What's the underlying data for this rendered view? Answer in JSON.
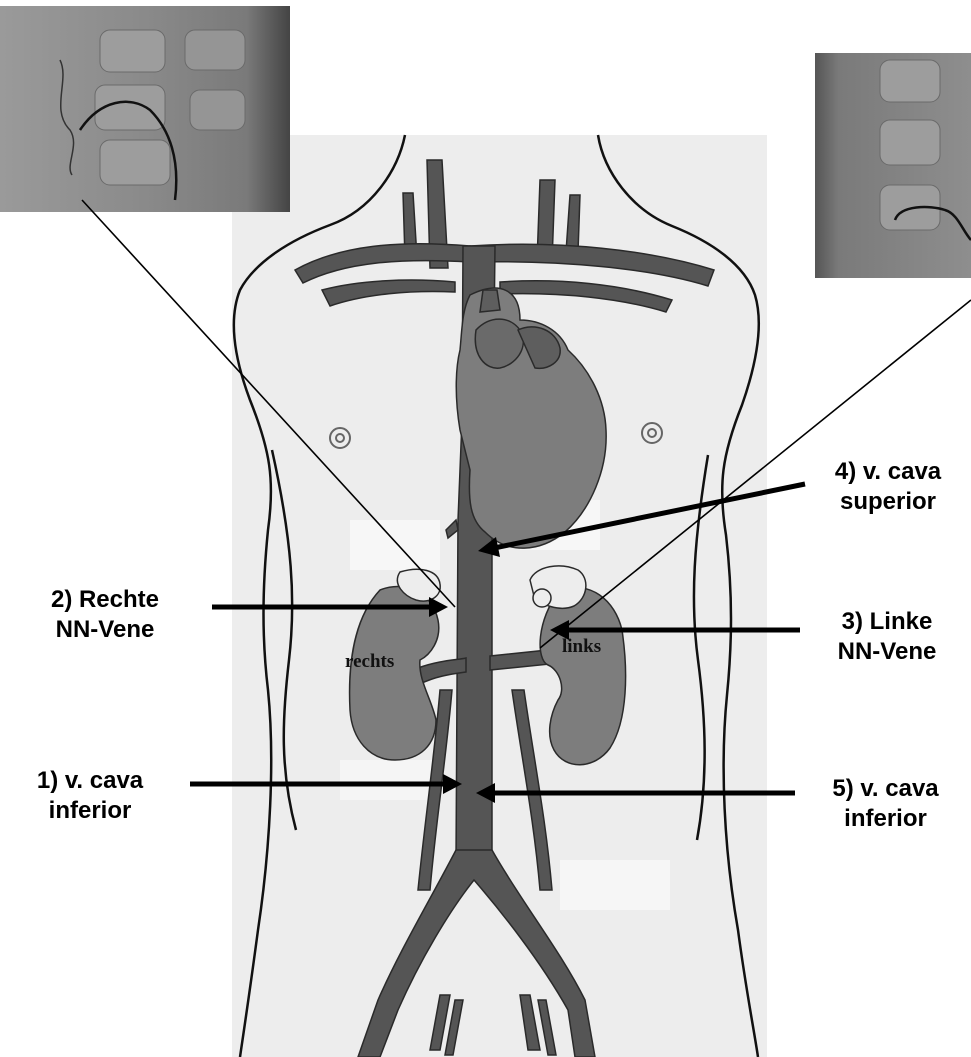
{
  "labels": {
    "ivc_right": {
      "line1": "1) v. cava",
      "line2": "inferior"
    },
    "right_adrenal": {
      "line1": "2) Rechte",
      "line2": "NN-Vene"
    },
    "left_adrenal": {
      "line1": "3) Linke",
      "line2": "NN-Vene"
    },
    "svc": {
      "line1": "4) v. cava",
      "line2": "superior"
    },
    "ivc_left": {
      "line1": "5) v. cava",
      "line2": "inferior"
    }
  },
  "kidneys": {
    "right": "rechts",
    "left": "links"
  },
  "colors": {
    "vessel": "#555555",
    "organ": "#7d7d7d",
    "body_bg": "#ececec",
    "xray": "#8a8a8a"
  }
}
